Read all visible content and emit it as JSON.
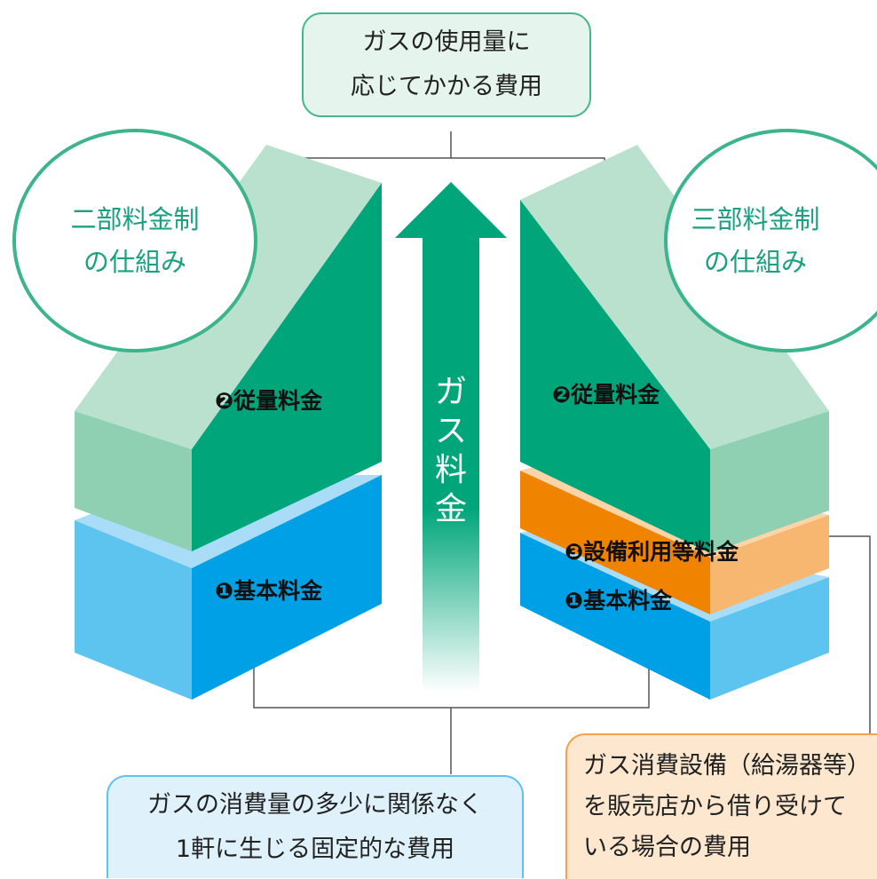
{
  "top_box": {
    "line1": "ガスの使用量に",
    "line2": "応じてかかる費用"
  },
  "left_circle": {
    "line1": "二部料金制",
    "line2": "の仕組み"
  },
  "right_circle": {
    "line1": "三部料金制",
    "line2": "の仕組み"
  },
  "arrow": {
    "chars": [
      "ガ",
      "ス",
      "料",
      "金"
    ]
  },
  "left_block": {
    "commodity_label": "❷従量料金",
    "basic_label": "❶基本料金"
  },
  "right_block": {
    "commodity_label": "❷従量料金",
    "equipment_label": "❸設備利用等料金",
    "basic_label": "❶基本料金"
  },
  "bottom_left_box": {
    "line1": "ガスの消費量の多少に関係なく",
    "line2": "1軒に生じる固定的な費用"
  },
  "bottom_right_box": {
    "line1": "ガス消費設備（給湯器等）",
    "line2": "を販売店から借り受けて",
    "line3": "いる場合の費用"
  },
  "colors": {
    "green_dark": "#00a67a",
    "green_light": "#8fd0b2",
    "green_top": "#b9e1ce",
    "blue_dark": "#00a0e6",
    "blue_light": "#5dc3ef",
    "blue_top": "#a9dcf7",
    "orange_dark": "#f08300",
    "orange_light": "#f7b770",
    "circle_border": "#3cb48c",
    "circle_text": "#1aa082"
  }
}
